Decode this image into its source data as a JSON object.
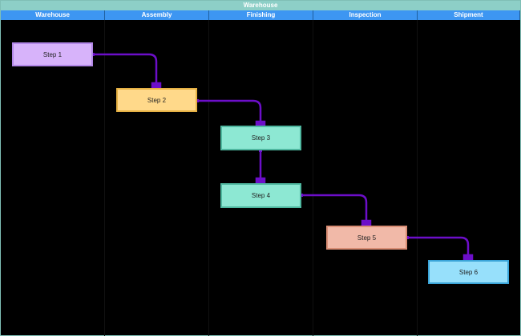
{
  "title": "Warehouse",
  "lanes": [
    "Warehouse",
    "Assembly",
    "Finishing",
    "Inspection",
    "Shipment"
  ],
  "steps": [
    {
      "label": "Step 1",
      "fill": "#d7b3fa",
      "stroke": "#b388e8"
    },
    {
      "label": "Step 2",
      "fill": "#ffd98a",
      "stroke": "#e6b144"
    },
    {
      "label": "Step 3",
      "fill": "#8de8d3",
      "stroke": "#4fb8a0"
    },
    {
      "label": "Step 4",
      "fill": "#8de8d3",
      "stroke": "#4fb8a0"
    },
    {
      "label": "Step 5",
      "fill": "#f1b9a8",
      "stroke": "#d98d74"
    },
    {
      "label": "Step 6",
      "fill": "#97e0fb",
      "stroke": "#3aa4d8"
    }
  ],
  "connector_color": "#6c0ec9"
}
